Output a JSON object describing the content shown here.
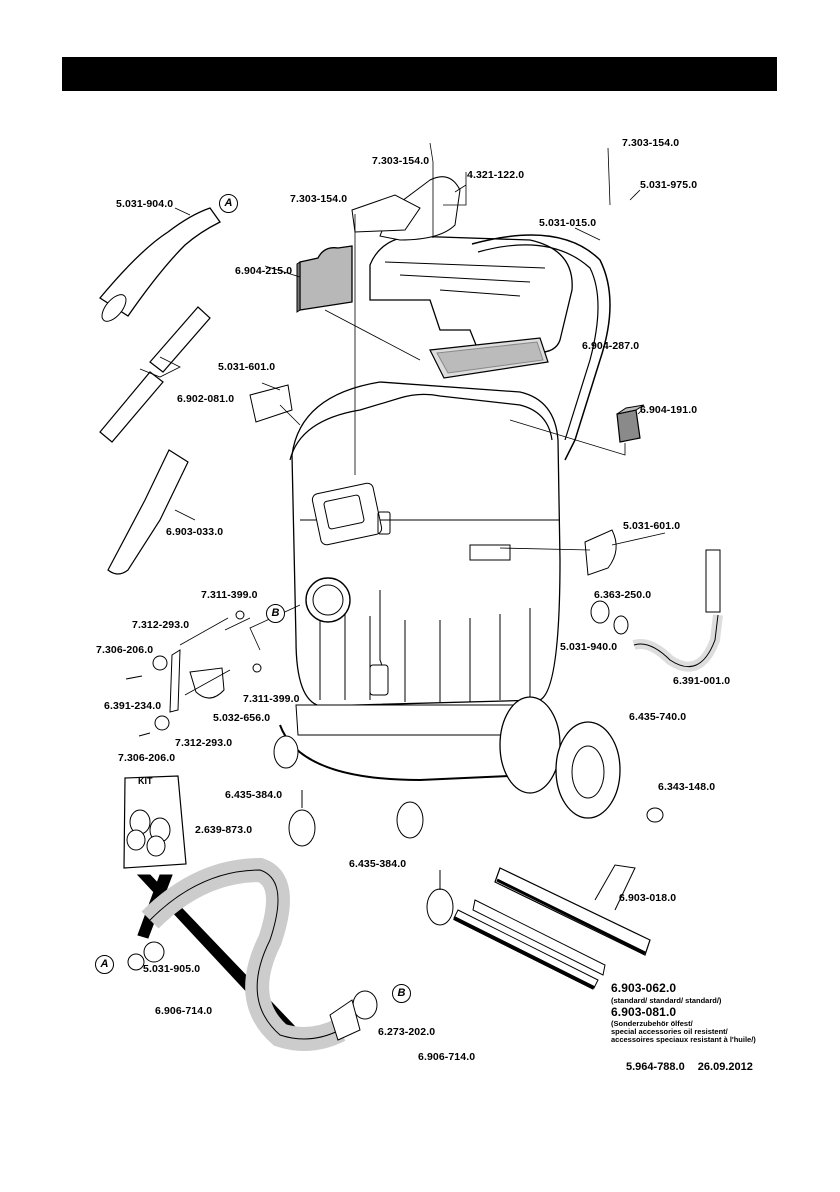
{
  "page": {
    "header_bar_color": "#000000",
    "background_color": "#ffffff"
  },
  "parts": {
    "screw_top_center": "7.303-154.0",
    "screw_top_left": "7.303-154.0",
    "handle": "4.321-122.0",
    "screw_top_right": "7.303-154.0",
    "hose_holder": "5.031-975.0",
    "cable_hook": "5.031-015.0",
    "elbow": "5.031-904.0",
    "filter_bag": "6.904-215.0",
    "flat_filter": "6.904-287.0",
    "suction_tubes": "6.902-081.0",
    "latch_left": "5.031-601.0",
    "foam_filter": "6.904-191.0",
    "crevice_nozzle": "6.903-033.0",
    "latch_right": "5.031-601.0",
    "nut_upper": "7.311-399.0",
    "washer_upper": "7.312-293.0",
    "screw_left_upper": "7.306-206.0",
    "bracket": "6.391-234.0",
    "nozzle_holder": "5.032-656.0",
    "nut_lower": "7.311-399.0",
    "washer_lower": "7.312-293.0",
    "screw_left_lower": "7.306-206.0",
    "seal_ring": "6.363-250.0",
    "connector": "5.031-940.0",
    "drain_hose": "6.391-001.0",
    "wheel": "6.435-740.0",
    "hub_cap": "6.343-148.0",
    "castor_left": "6.435-384.0",
    "castor_right": "6.435-384.0",
    "adapter_kit": "2.639-873.0",
    "floor_nozzle": "6.903-018.0",
    "hose_sleeve_a": "5.031-905.0",
    "suction_hose_left": "6.906-714.0",
    "hose_ring_b": "6.273-202.0",
    "suction_hose_bottom": "6.906-714.0",
    "strip_standard": "6.903-062.0",
    "strip_oil_resistant": "6.903-081.0"
  },
  "notes": {
    "standard": "(standard/  standard/ standard/)",
    "oil_line1": "(Sonderzubehör ölfest/",
    "oil_line2": "special accessories oil resistent/",
    "oil_line3": "accessoires speciaux resistant à l'huile/)"
  },
  "callouts": {
    "a": "A",
    "b": "B"
  },
  "kit_label": "KIT",
  "footer": {
    "doc_number": "5.964-788.0",
    "date": "26.09.2012"
  }
}
